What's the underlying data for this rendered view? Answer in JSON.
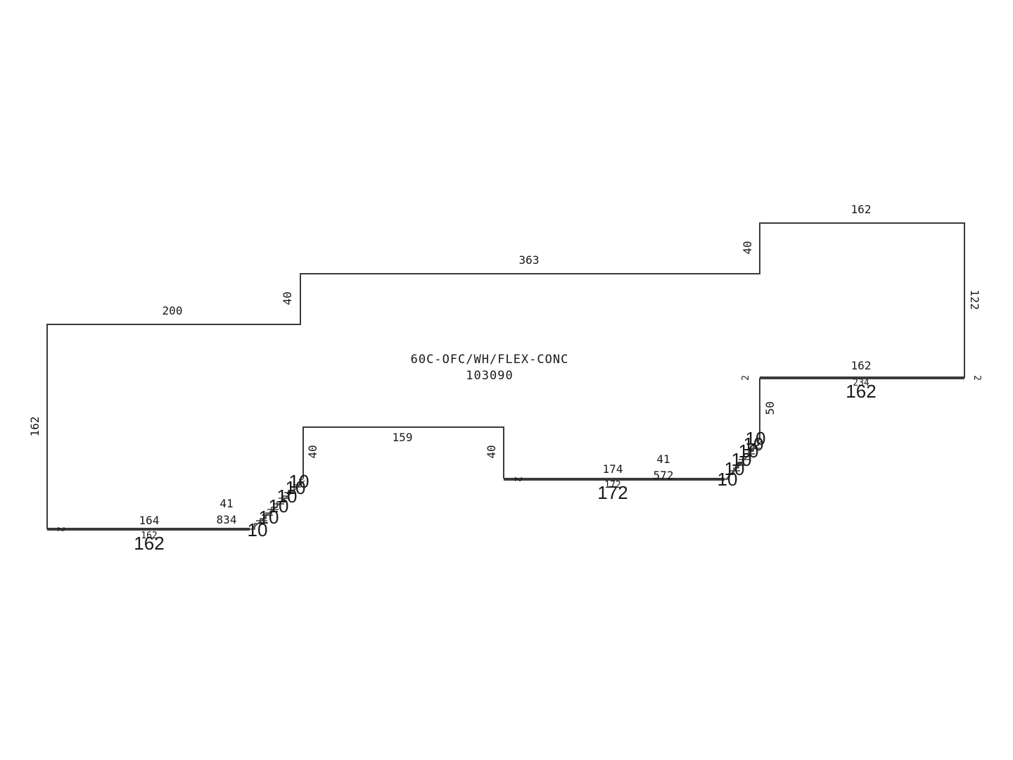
{
  "area": {
    "code": "60C-OFC/WH/FLEX-CONC",
    "size": "103090"
  },
  "dimensions": {
    "left_wall": "162",
    "top_left": "200",
    "step_left": "40",
    "top_middle": "363",
    "step_right": "40",
    "top_right": "162",
    "right_wall": "122",
    "right_ledge_top": "162",
    "right_ledge_bottom": "162",
    "right_ledge_overlap": "234",
    "right_tick_left": "2",
    "right_tick_right": "2",
    "right_drop": "50",
    "notch_top": "159",
    "notch_left": "40",
    "notch_right": "40",
    "mid_bottom": "174",
    "mid_bottom_big": "172",
    "mid_bottom_overlap": "172",
    "mid_side": "41",
    "mid_side_length": "572",
    "mid_tick": "2",
    "left_bottom": "164",
    "left_bottom_big": "162",
    "left_bottom_overlap": "162",
    "left_side": "41",
    "left_side_length": "834",
    "left_tick": "2",
    "stair_a": "10",
    "stair_b": "10",
    "stair_c": "10",
    "stair_d": "10",
    "stair_e": "10",
    "stair_f": "10",
    "stair_g": "10",
    "stair_h": "10",
    "stair_i": "10",
    "stair_j": "10",
    "stair_k": "10",
    "stair_l": "10"
  }
}
